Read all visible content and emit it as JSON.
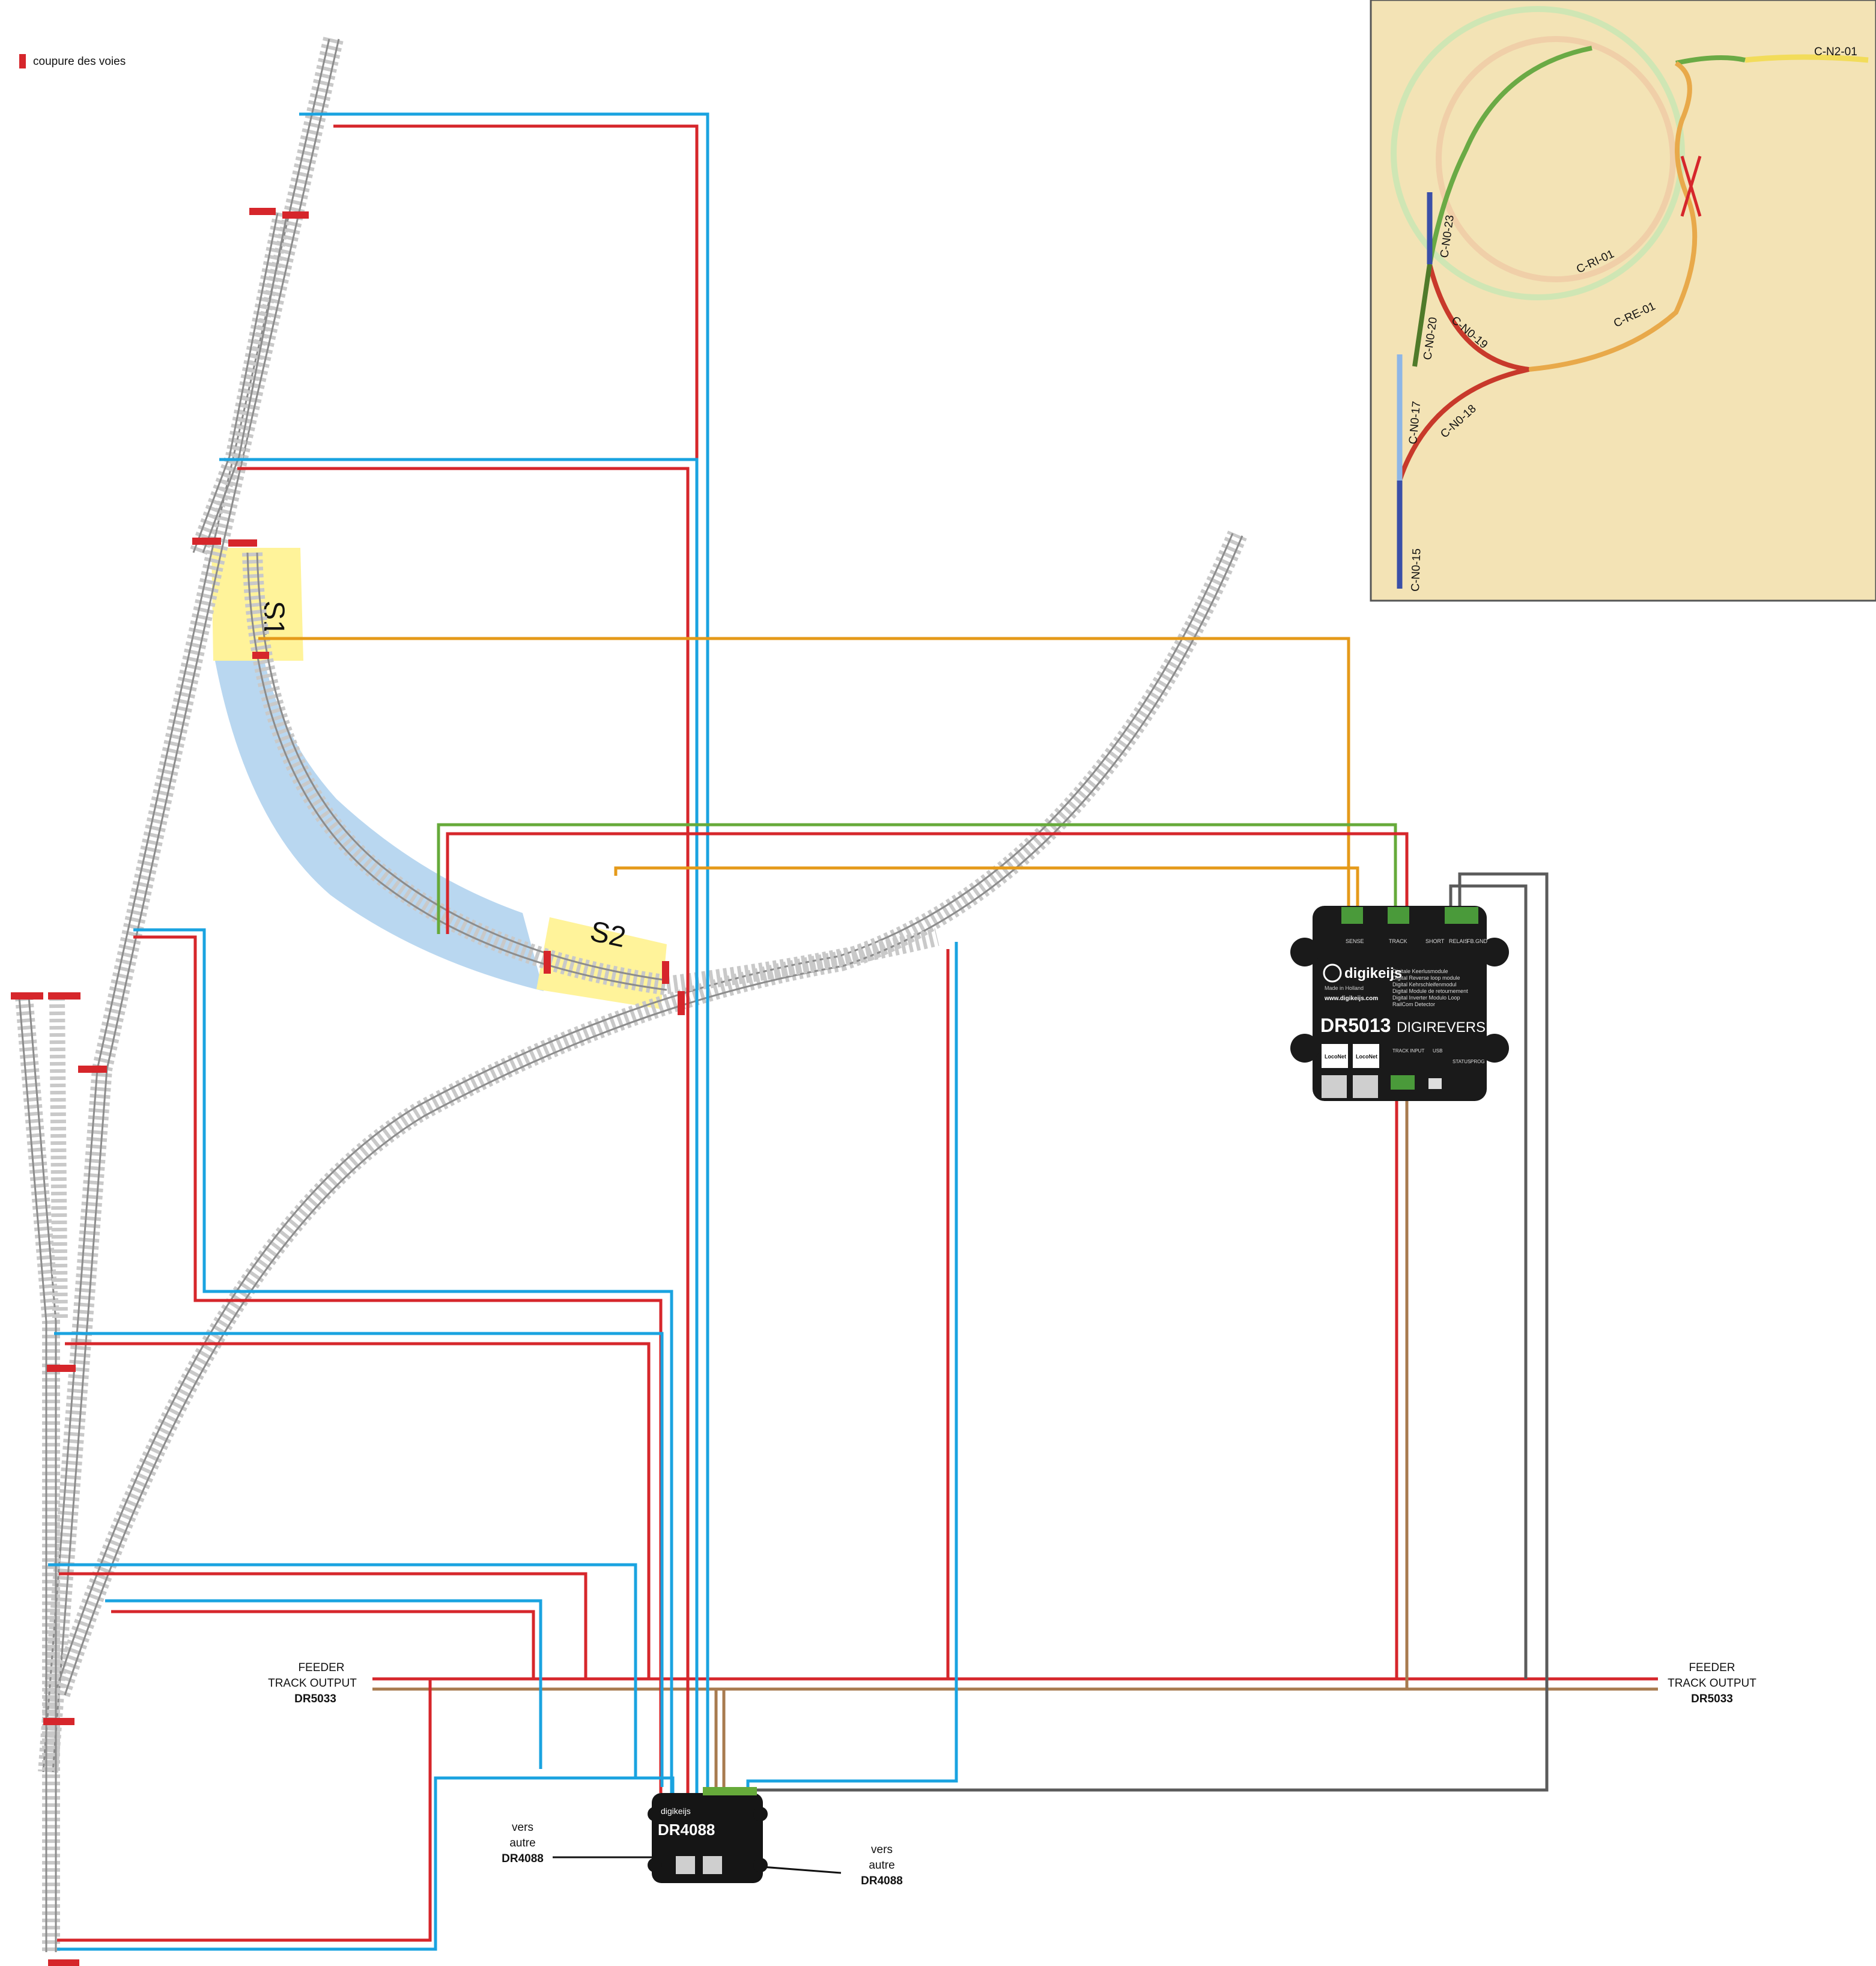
{
  "legend": {
    "label": "coupure des voies",
    "color": "#d6262b"
  },
  "sections": {
    "s1": "S1",
    "s2": "S2"
  },
  "feeder": {
    "left": [
      "FEEDER",
      "TRACK OUTPUT",
      "DR5033"
    ],
    "right": [
      "FEEDER",
      "TRACK OUTPUT",
      "DR5033"
    ]
  },
  "bottom_labels": {
    "left": [
      "vers",
      "autre",
      "DR4088"
    ],
    "right": [
      "vers",
      "autre",
      "DR4088"
    ]
  },
  "dr5013": {
    "brand": "digikeijs",
    "sub": "Made in Holland",
    "lines": [
      "Digitale Keerlusmodule",
      "Digital Reverse loop module",
      "Digital Kehrschleifenmodul",
      "Digital Module de retournement",
      "Digital Inverter Modulo Loop",
      "RailCom Detector"
    ],
    "web": "www.digikeijs.com",
    "model": "DR5013",
    "name": "DIGIREVERSE",
    "top_ports": [
      "SENSE",
      "TRACK",
      "SHORT",
      "RELAIS",
      "FB.GND"
    ],
    "bottom_ports": [
      "LocoNet",
      "LocoNet",
      "TRACK INPUT",
      "USB",
      "STATUS",
      "PROG"
    ]
  },
  "dr4088": {
    "brand": "digikeijs",
    "model": "DR4088"
  },
  "plan": {
    "labels": [
      "C-N2-01",
      "C-N0-23",
      "C-RI-01",
      "C-N0-20",
      "C-N0-19",
      "C-RE-01",
      "C-N0-17",
      "C-N0-18",
      "C-N0-15"
    ]
  },
  "colors": {
    "red": "#d6262b",
    "blue": "#1aa3e0",
    "orange": "#e59a1a",
    "green": "#66aa3a",
    "brown": "#a87b4f",
    "gray": "#5b5b5b",
    "yellow": "#fff39a",
    "lightblue": "#b9d7f0",
    "plan_bg": "#f3e3b5"
  }
}
